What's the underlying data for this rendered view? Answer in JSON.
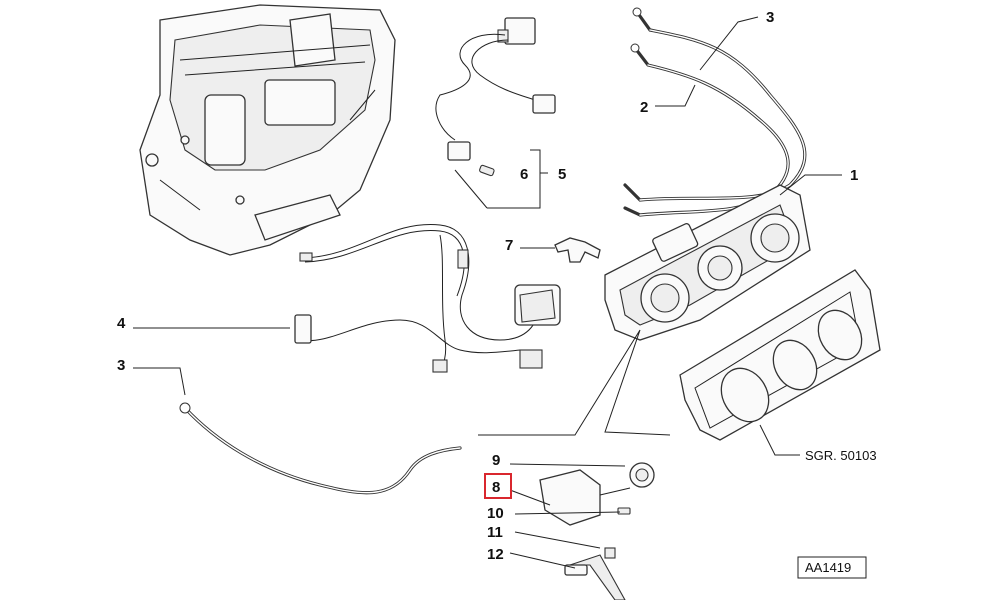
{
  "callouts": {
    "c1": "1",
    "c2": "2",
    "c3_top": "3",
    "c3_left": "3",
    "c4": "4",
    "c5": "5",
    "c6": "6",
    "c7": "7",
    "c8": "8",
    "c9": "9",
    "c10": "10",
    "c11": "11",
    "c12": "12"
  },
  "ref_group": "SGR. 50103",
  "drawing_code": "AA1419",
  "colors": {
    "line": "#222222",
    "highlight": "#d9272e",
    "background": "#ffffff"
  }
}
